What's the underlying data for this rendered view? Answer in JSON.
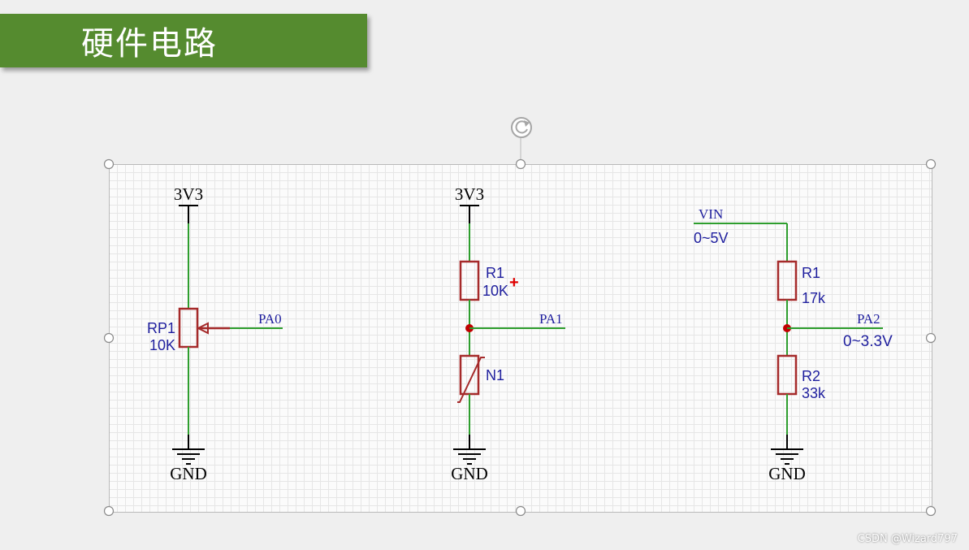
{
  "slide": {
    "title": "硬件电路",
    "watermark": "CSDN @Wizard797"
  },
  "colors": {
    "banner": "#558b2f",
    "wire": "#2e9e2e",
    "component": "#a52a2a",
    "label_blue": "#1f1f9e",
    "junction": "#c00000",
    "plus_marker": "#e00000"
  },
  "circuits": {
    "potentiometer": {
      "power_label": "3V3",
      "designator": "RP1",
      "value": "10K",
      "net_label": "PA0",
      "ground_label": "GND"
    },
    "thermistor_divider": {
      "power_label": "3V3",
      "r_designator": "R1",
      "r_value": "10K",
      "plus_marker": "+",
      "ntc_designator": "N1",
      "net_label": "PA1",
      "ground_label": "GND"
    },
    "voltage_divider": {
      "input_label": "VIN",
      "input_range": "0~5V",
      "r1_designator": "R1",
      "r1_value": "17k",
      "r2_designator": "R2",
      "r2_value": "33k",
      "net_label": "PA2",
      "output_range": "0~3.3V",
      "ground_label": "GND"
    }
  },
  "icons": {
    "rotate_handle": "rotate-icon",
    "resize_handles": "resize-handle-icon"
  }
}
